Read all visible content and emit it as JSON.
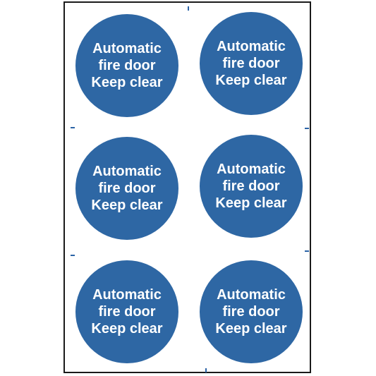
{
  "colors": {
    "sign_blue": "#2e67a4",
    "sign_text": "#ffffff",
    "registration_mark": "#2b63a6",
    "sheet_border": "#1a1a1a"
  },
  "signs": [
    {
      "line1": "Automatic",
      "line2": "fire door",
      "line3": "Keep clear"
    },
    {
      "line1": "Automatic",
      "line2": "fire door",
      "line3": "Keep clear"
    },
    {
      "line1": "Automatic",
      "line2": "fire door",
      "line3": "Keep clear"
    },
    {
      "line1": "Automatic",
      "line2": "fire door",
      "line3": "Keep clear"
    },
    {
      "line1": "Automatic",
      "line2": "fire door",
      "line3": "Keep clear"
    },
    {
      "line1": "Automatic",
      "line2": "fire door",
      "line3": "Keep clear"
    }
  ]
}
